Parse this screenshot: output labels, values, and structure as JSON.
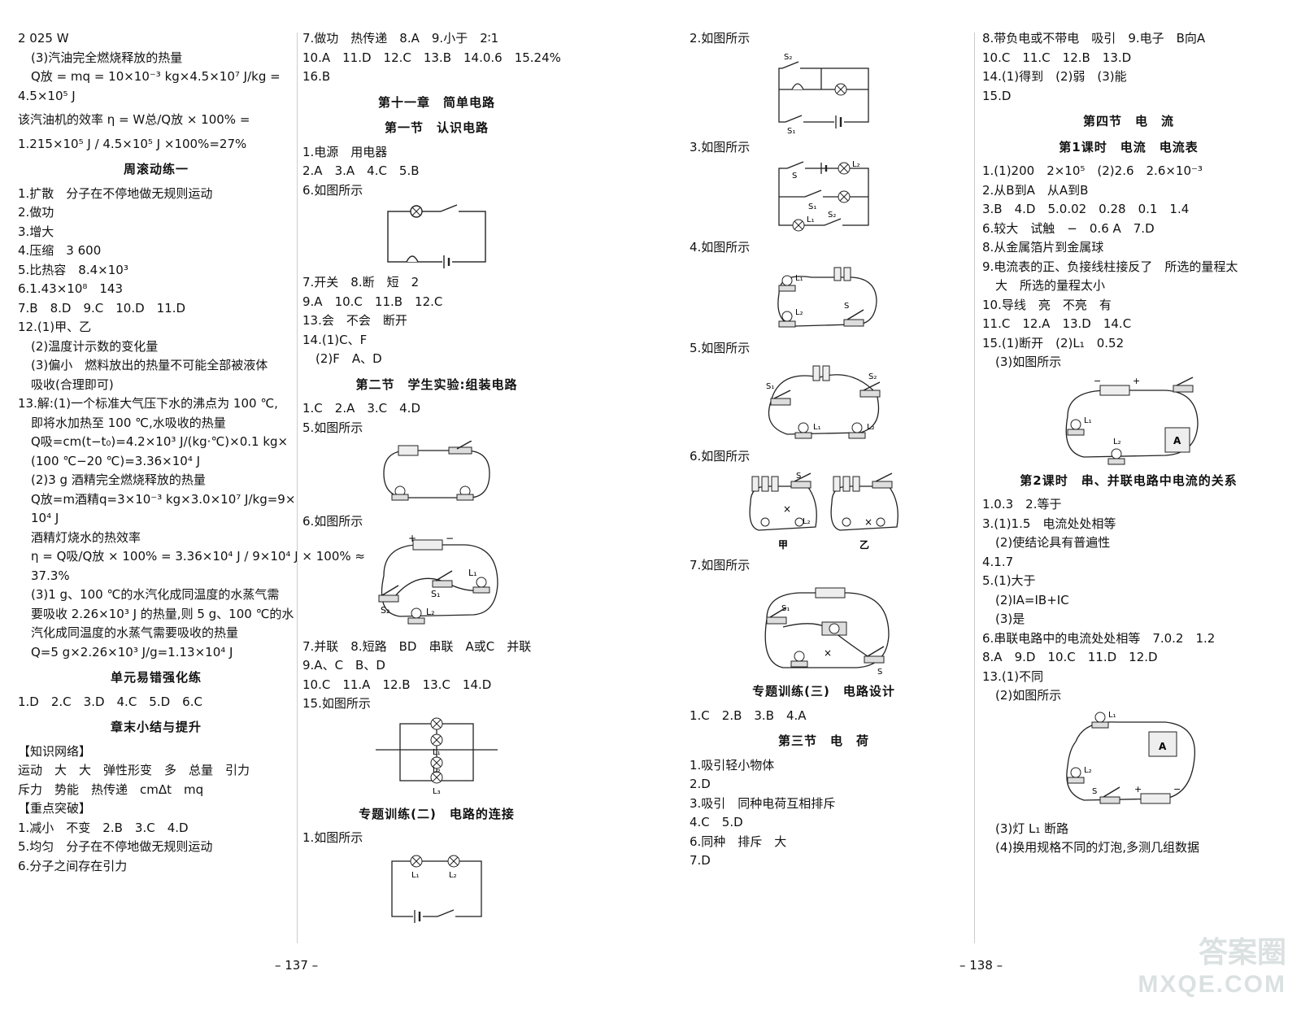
{
  "col1": [
    {
      "t": "2 025 W"
    },
    {
      "t": "(3)汽油完全燃烧释放的热量",
      "c": "ind"
    },
    {
      "t": "Q放 = mq = 10×10⁻³ kg×4.5×10⁷ J/kg =",
      "c": "ind"
    },
    {
      "t": "4.5×10⁵ J"
    },
    {
      "t": "该汽油机的效率 η = W总/Q放 × 100% =",
      "c": "gap"
    },
    {
      "t": "1.215×10⁵ J / 4.5×10⁵ J ×100%=27%",
      "c": "gap"
    },
    {
      "t": "周滚动练一",
      "c": "h"
    },
    {
      "t": "1.扩散　分子在不停地做无规则运动"
    },
    {
      "t": "2.做功"
    },
    {
      "t": "3.增大"
    },
    {
      "t": "4.压缩　3 600"
    },
    {
      "t": "5.比热容　8.4×10³"
    },
    {
      "t": "6.1.43×10⁸　143"
    },
    {
      "t": "7.B　8.D　9.C　10.D　11.D"
    },
    {
      "t": "12.(1)甲、乙"
    },
    {
      "t": "(2)温度计示数的变化量",
      "c": "ind"
    },
    {
      "t": "(3)偏小　燃料放出的热量不可能全部被液体",
      "c": "ind"
    },
    {
      "t": "吸收(合理即可)",
      "c": "ind"
    },
    {
      "t": "13.解:(1)一个标准大气压下水的沸点为 100 ℃,"
    },
    {
      "t": "即将水加热至 100 ℃,水吸收的热量",
      "c": "ind"
    },
    {
      "t": "Q吸=cm(t−t₀)=4.2×10³ J/(kg·℃)×0.1 kg×",
      "c": "ind"
    },
    {
      "t": "(100 ℃−20 ℃)=3.36×10⁴ J",
      "c": "ind"
    },
    {
      "t": "(2)3 g 酒精完全燃烧释放的热量",
      "c": "ind"
    },
    {
      "t": "Q放=m酒精q=3×10⁻³ kg×3.0×10⁷ J/kg=9×",
      "c": "ind"
    },
    {
      "t": "10⁴ J",
      "c": "ind"
    },
    {
      "t": "酒精灯烧水的热效率",
      "c": "ind"
    },
    {
      "t": "η = Q吸/Q放 × 100% = 3.36×10⁴ J / 9×10⁴ J × 100% ≈",
      "c": "ind"
    },
    {
      "t": "37.3%",
      "c": "ind"
    },
    {
      "t": "(3)1 g、100 ℃的水汽化成同温度的水蒸气需",
      "c": "ind"
    },
    {
      "t": "要吸收 2.26×10³ J 的热量,则 5 g、100 ℃的水",
      "c": "ind"
    },
    {
      "t": "汽化成同温度的水蒸气需要吸收的热量",
      "c": "ind"
    },
    {
      "t": "Q=5 g×2.26×10³ J/g=1.13×10⁴ J",
      "c": "ind"
    },
    {
      "t": "单元易错强化练",
      "c": "h"
    },
    {
      "t": "1.D　2.C　3.D　4.C　5.D　6.C"
    },
    {
      "t": "章末小结与提升",
      "c": "h"
    },
    {
      "t": "【知识网络】"
    },
    {
      "t": "运动　大　大　弹性形变　多　总量　引力"
    },
    {
      "t": "斥力　势能　热传递　cmΔt　mq"
    },
    {
      "t": "【重点突破】"
    },
    {
      "t": "1.减小　不变　2.B　3.C　4.D"
    },
    {
      "t": "5.均匀　分子在不停地做无规则运动"
    },
    {
      "t": "6.分子之间存在引力"
    }
  ],
  "col2a": [
    {
      "t": "7.做功　热传递　8.A　9.小于　2∶1"
    },
    {
      "t": "10.A　11.D　12.C　13.B　14.0.6　15.24%"
    },
    {
      "t": "16.B"
    },
    {
      "t": "第十一章　简单电路",
      "c": "h"
    },
    {
      "t": "第一节　认识电路",
      "c": "h"
    },
    {
      "t": "1.电源　用电器"
    },
    {
      "t": "2.A　3.A　4.C　5.B"
    },
    {
      "t": "6.如图所示"
    }
  ],
  "col2b": [
    {
      "t": "7.开关　8.断　短　2"
    },
    {
      "t": "9.A　10.C　11.B　12.C"
    },
    {
      "t": "13.会　不会　断开"
    },
    {
      "t": "14.(1)C、F"
    },
    {
      "t": "(2)F　A、D",
      "c": "ind"
    },
    {
      "t": "第二节　学生实验:组装电路",
      "c": "h"
    },
    {
      "t": "1.C　2.A　3.C　4.D"
    },
    {
      "t": "5.如图所示"
    }
  ],
  "col2c": [
    {
      "t": "6.如图所示"
    }
  ],
  "col2d": [
    {
      "t": "7.并联　8.短路　BD　串联　A或C　并联"
    },
    {
      "t": "9.A、C　B、D"
    },
    {
      "t": "10.C　11.A　12.B　13.C　14.D"
    },
    {
      "t": "15.如图所示"
    }
  ],
  "col2e": [
    {
      "t": "专题训练(二)　电路的连接",
      "c": "h"
    },
    {
      "t": "1.如图所示"
    }
  ],
  "col3a": [
    {
      "t": "2.如图所示"
    }
  ],
  "col3b": [
    {
      "t": "3.如图所示"
    }
  ],
  "col3c": [
    {
      "t": "4.如图所示"
    }
  ],
  "col3d": [
    {
      "t": "5.如图所示"
    }
  ],
  "col3e": [
    {
      "t": "6.如图所示"
    }
  ],
  "col3f": [
    {
      "t": "7.如图所示"
    }
  ],
  "col3g": [
    {
      "t": "专题训练(三)　电路设计",
      "c": "h"
    },
    {
      "t": "1.C　2.B　3.B　4.A"
    },
    {
      "t": "第三节　电　荷",
      "c": "h"
    },
    {
      "t": "1.吸引轻小物体"
    },
    {
      "t": "2.D"
    },
    {
      "t": "3.吸引　同种电荷互相排斥"
    },
    {
      "t": "4.C　5.D"
    },
    {
      "t": "6.同种　排斥　大"
    },
    {
      "t": "7.D"
    }
  ],
  "col4a": [
    {
      "t": "8.带负电或不带电　吸引　9.电子　B向A"
    },
    {
      "t": "10.C　11.C　12.B　13.D"
    },
    {
      "t": "14.(1)得到　(2)弱　(3)能"
    },
    {
      "t": "15.D"
    },
    {
      "t": "第四节　电　流",
      "c": "h"
    },
    {
      "t": "第1课时　电流　电流表",
      "c": "h"
    },
    {
      "t": "1.(1)200　2×10⁵　(2)2.6　2.6×10⁻³"
    },
    {
      "t": "2.从B到A　从A到B"
    },
    {
      "t": "3.B　4.D　5.0.02　0.28　0.1　1.4"
    },
    {
      "t": "6.较大　试触　−　0.6 A　7.D"
    },
    {
      "t": "8.从金属箔片到金属球"
    },
    {
      "t": "9.电流表的正、负接线柱接反了　所选的量程太"
    },
    {
      "t": "大　所选的量程太小",
      "c": "ind"
    },
    {
      "t": "10.导线　亮　不亮　有"
    },
    {
      "t": "11.C　12.A　13.D　14.C"
    },
    {
      "t": "15.(1)断开　(2)L₁　0.52"
    },
    {
      "t": "(3)如图所示",
      "c": "ind"
    }
  ],
  "col4b": [
    {
      "t": "第2课时　串、并联电路中电流的关系",
      "c": "h"
    },
    {
      "t": "1.0.3　2.等于"
    },
    {
      "t": "3.(1)1.5　电流处处相等"
    },
    {
      "t": "(2)使结论具有普遍性",
      "c": "ind"
    },
    {
      "t": "4.1.7"
    },
    {
      "t": "5.(1)大于"
    },
    {
      "t": "(2)IA=IB+IC",
      "c": "ind"
    },
    {
      "t": "(3)是",
      "c": "ind"
    },
    {
      "t": "6.串联电路中的电流处处相等　7.0.2　1.2"
    },
    {
      "t": "8.A　9.D　10.C　11.D　12.D"
    },
    {
      "t": "13.(1)不同"
    },
    {
      "t": "(2)如图所示",
      "c": "ind"
    }
  ],
  "col4c": [
    {
      "t": "(3)灯 L₁ 断路",
      "c": "ind"
    },
    {
      "t": "(4)换用规格不同的灯泡,多测几组数据",
      "c": "ind"
    }
  ],
  "labels": {
    "s1": "S₁",
    "s2": "S₂",
    "s": "S",
    "l1": "L₁",
    "l2": "L₂",
    "l3": "L₃",
    "jia": "甲",
    "yi": "乙",
    "plus": "+",
    "minus": "−",
    "a": "A"
  },
  "page_left": "– 137 –",
  "page_right": "– 138 –",
  "watermark": {
    "line1": "答案圈",
    "line2": "MXQE.COM"
  }
}
